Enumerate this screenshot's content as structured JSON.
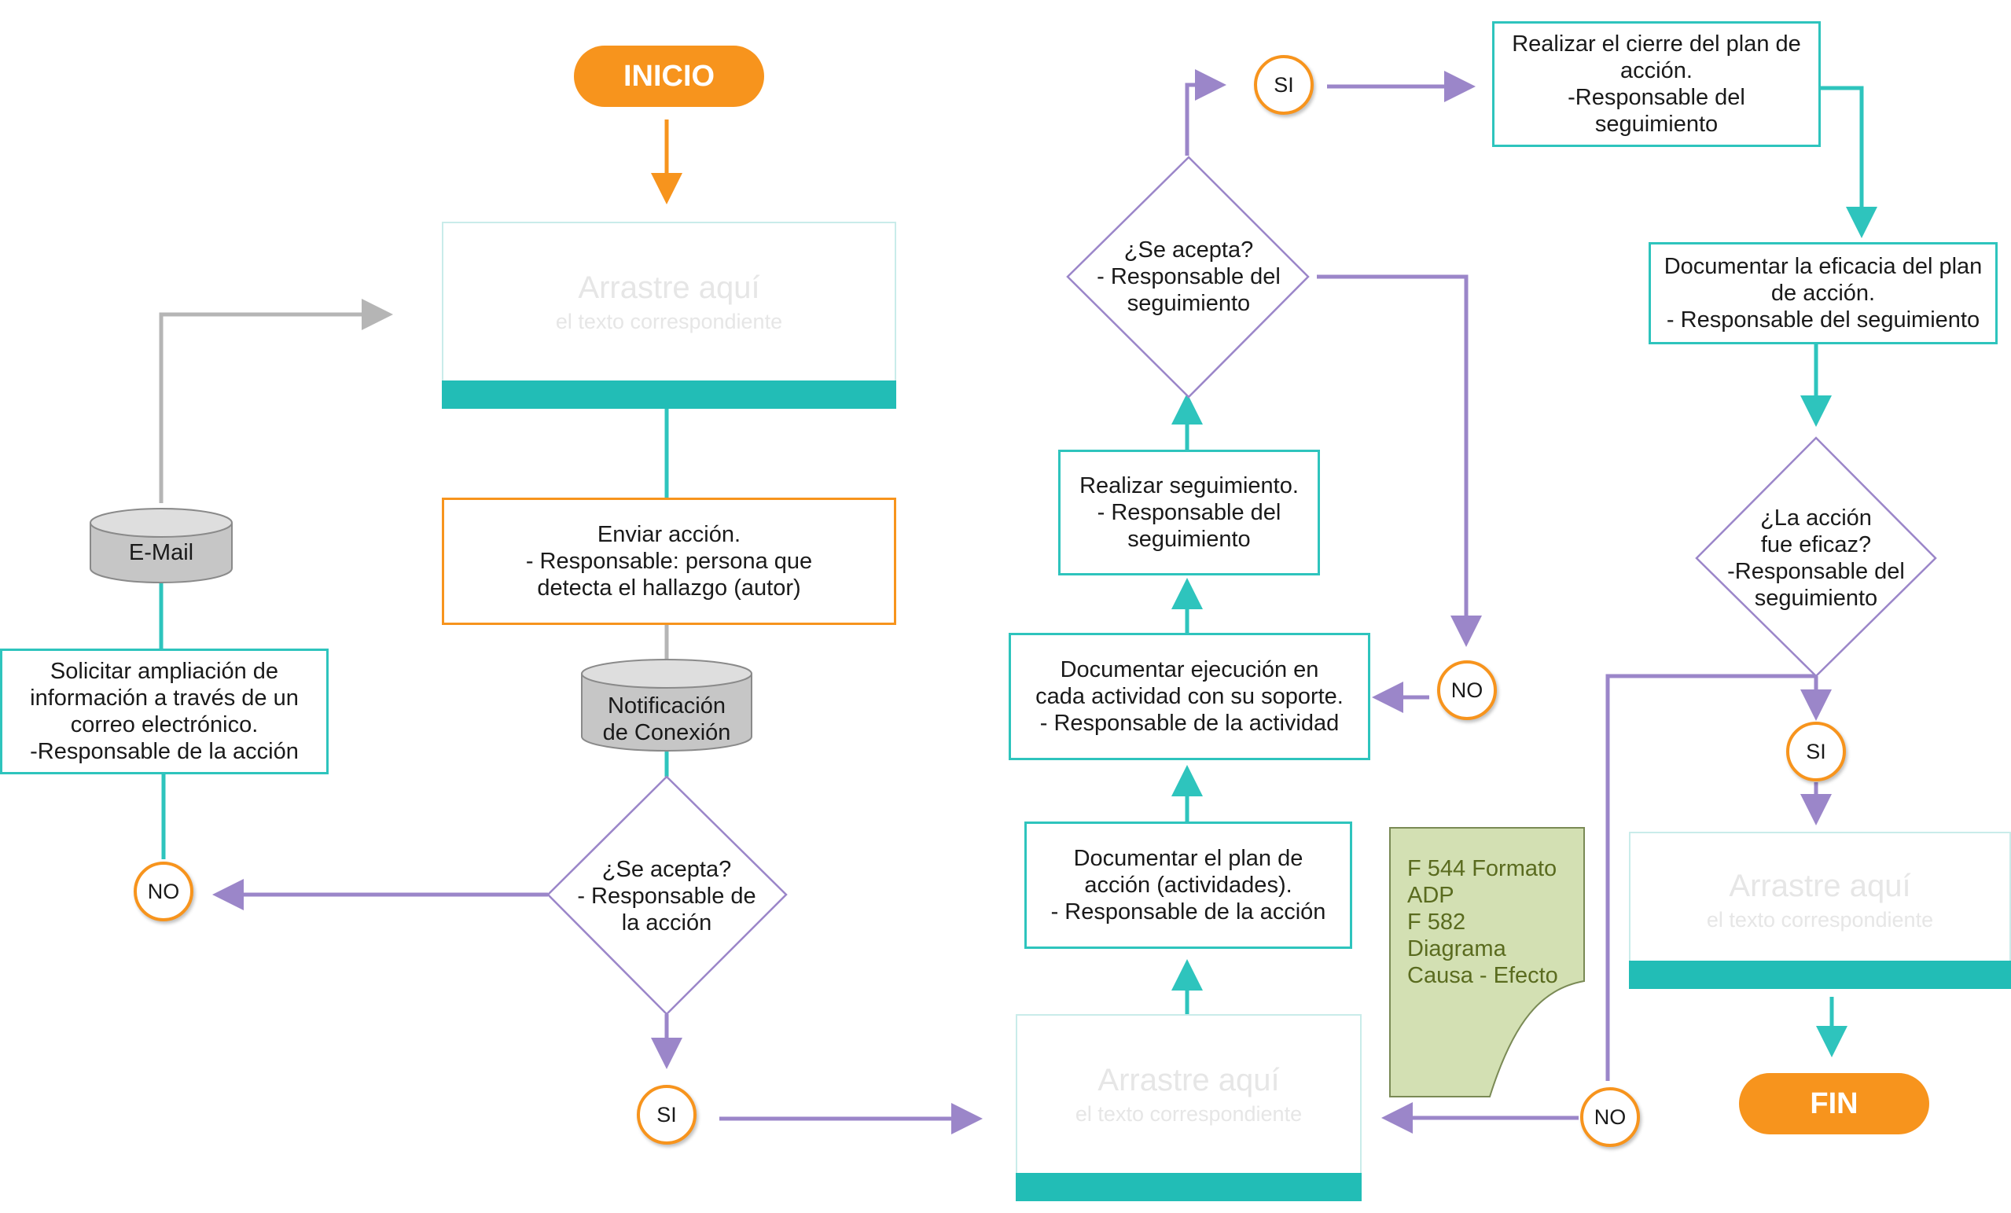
{
  "colors": {
    "teal": "#2ec4bd",
    "orange": "#f7941d",
    "purple": "#9b86c9",
    "gray": "#b5b5b5",
    "doc_green": "#d3e0b3"
  },
  "start_label": "INICIO",
  "end_label": "FIN",
  "drop_zones": {
    "title": "Arrastre aquí",
    "subtitle": "el texto correspondiente"
  },
  "steps": {
    "enviar": "Enviar acción.\n- Responsable: persona que\ndetecta el hallazgo (autor)",
    "solicitar": "Solicitar ampliación de\ninformación a través de un\ncorreo electrónico.\n-Responsable de la acción",
    "documentar_plan": "Documentar el plan de\nacción (actividades).\n- Responsable de la acción",
    "documentar_ejecucion": "Documentar ejecución en\ncada actividad con su soporte.\n- Responsable de la actividad",
    "realizar_seguimiento": "Realizar seguimiento.\n- Responsable del\nseguimiento",
    "realizar_cierre": "Realizar el cierre del plan de\nacción.\n-Responsable del\nseguimiento",
    "documentar_eficacia": "Documentar la eficacia del plan\nde acción.\n- Responsable del seguimiento"
  },
  "decisions": {
    "acepta_accion": "¿Se acepta?\n- Responsable de\nla acción",
    "acepta_seguimiento": "¿Se acepta?\n- Responsable del\nseguimiento",
    "eficaz": "¿La acción\nfue eficaz?\n-Responsable del\nseguimiento"
  },
  "data_stores": {
    "email": "E-Mail",
    "notificacion": "Notificación\nde Conexión"
  },
  "document": "F 544 Formato\nADP\nF 582\nDiagrama\nCausa - Efecto",
  "answers": {
    "si": "SI",
    "no": "NO"
  }
}
